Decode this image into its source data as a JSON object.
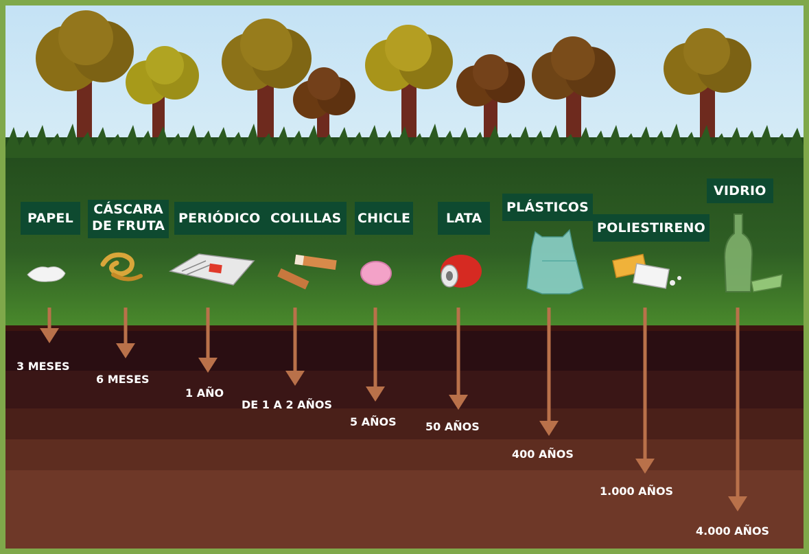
{
  "colors": {
    "frame": "#7fa84a",
    "sky": "#c7e3f4",
    "grass": "#2f5a22",
    "grass_light": "#4f8a2e",
    "soil_top": "#2a0e12",
    "soil_mid": "#3f1a18",
    "soil_lower": "#5c2c20",
    "soil_bottom": "#7a3f2e",
    "arrow": "#b9714a",
    "label_bg": "#0e4a30",
    "trunk": "#6e2a1e"
  },
  "items": [
    {
      "name": "PAPEL",
      "time": "3 MESES",
      "icon": "paper-icon",
      "depth_rank": 1
    },
    {
      "name": "CÁSCARA DE FRUTA",
      "name_line1": "CÁSCARA",
      "name_line2": "DE FRUTA",
      "time": "6 MESES",
      "icon": "fruit-peel-icon",
      "depth_rank": 2
    },
    {
      "name": "PERIÓDICO",
      "time": "1 AÑO",
      "icon": "newspaper-icon",
      "depth_rank": 3
    },
    {
      "name": "COLILLAS",
      "time": "DE 1 A 2 AÑOS",
      "icon": "cigarette-butts-icon",
      "depth_rank": 4
    },
    {
      "name": "CHICLE",
      "time": "5 AÑOS",
      "icon": "chewing-gum-icon",
      "depth_rank": 5
    },
    {
      "name": "LATA",
      "time": "50 AÑOS",
      "icon": "can-icon",
      "depth_rank": 6
    },
    {
      "name": "PLÁSTICOS",
      "time": "400 AÑOS",
      "icon": "plastic-bag-icon",
      "depth_rank": 7
    },
    {
      "name": "POLIESTIRENO",
      "time": "1.000 AÑOS",
      "icon": "polystyrene-icon",
      "depth_rank": 8
    },
    {
      "name": "VIDRIO",
      "time": "4.000 AÑOS",
      "icon": "glass-bottle-icon",
      "depth_rank": 9
    }
  ]
}
